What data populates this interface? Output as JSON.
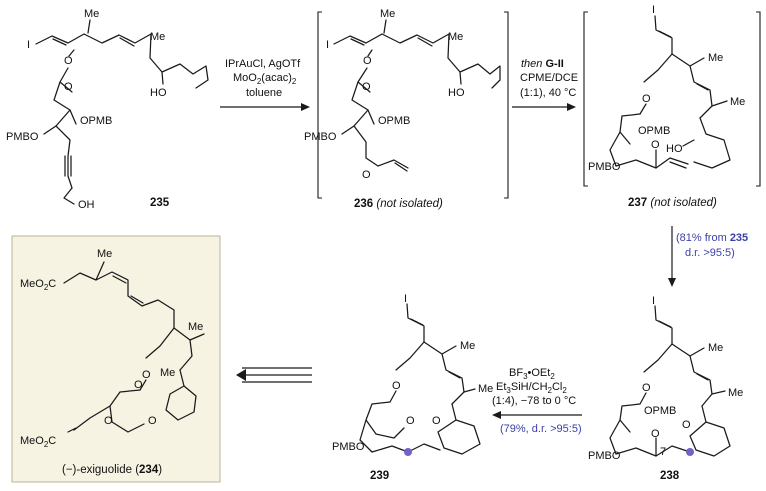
{
  "colors": {
    "note_text": "#3b3fa8",
    "highlight_dot": "#6f63c9",
    "product_box_fill": "#f6f3e3",
    "product_box_border": "#b8b39b"
  },
  "compounds": {
    "c235": "235",
    "c236": "236",
    "c236_note": "(not isolated)",
    "c237": "237",
    "c237_note": "(not isolated)",
    "c238": "238",
    "c239": "239",
    "c234_name": "(−)-exiguolide (",
    "c234_num": "234",
    "c234_close": ")"
  },
  "atoms": {
    "iodine": "I",
    "methyl": "Me",
    "pmb_ether": "OPMB",
    "pmbo": "PMBO",
    "hydroxyl_left": "HO",
    "hydroxyl_terminal": "OH",
    "oxygen": "O",
    "carbon_seven": "7",
    "meo2c": "MeO",
    "sub2": "2",
    "c_letter": "C"
  },
  "conditions": {
    "step1": {
      "line1": "IPrAuCl, AgOTf",
      "line2_a": "MoO",
      "line2_sub": "2",
      "line2_b": "(acac)",
      "line2_sub2": "2",
      "line3": "toluene"
    },
    "step2": {
      "then": "then",
      "catalyst": "G-II",
      "line2": "CPME/DCE",
      "line3": "(1:1), 40 °C"
    },
    "step3": {
      "yield": "(81% from",
      "yield_ref": "235",
      "dr": "d.r. >95:5)"
    },
    "step4": {
      "line1_a": "BF",
      "line1_sub": "3",
      "line1_b": "•OEt",
      "line1_sub2": "2",
      "line2_a": "Et",
      "line2_sub": "3",
      "line2_b": "SiH/CH",
      "line2_sub2": "2",
      "line2_c": "Cl",
      "line2_sub3": "2",
      "line3": "(1:4), −78 to 0 °C",
      "yield": "(79%, d.r. >95:5)"
    }
  }
}
